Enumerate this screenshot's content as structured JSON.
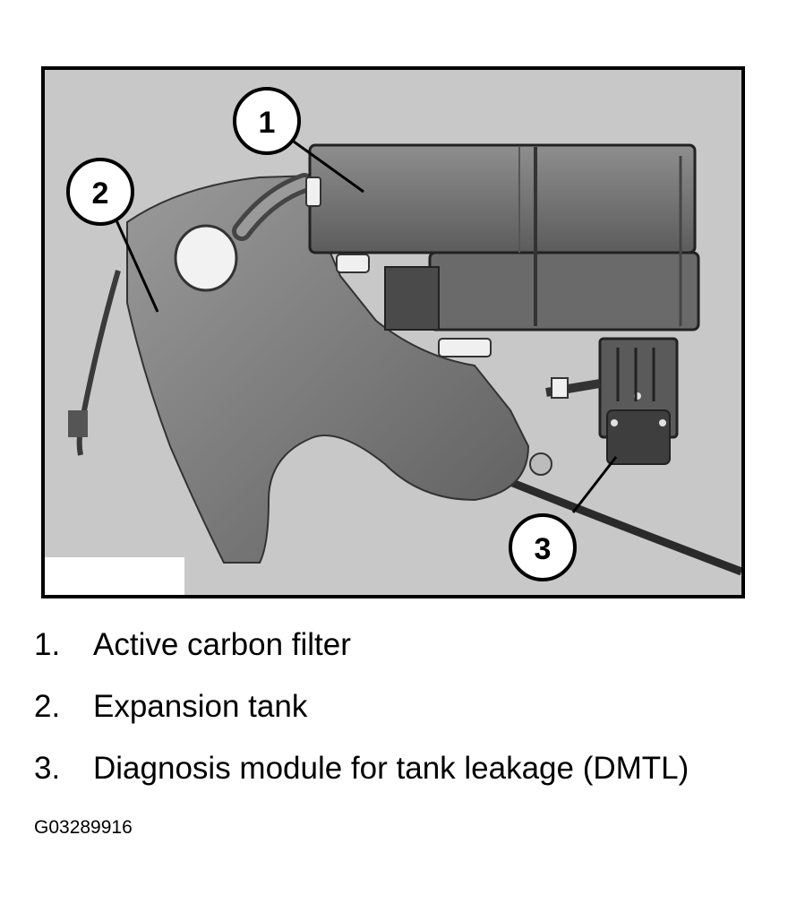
{
  "figure": {
    "callouts": [
      "1",
      "2",
      "3"
    ],
    "colors": {
      "background": "#c8c8c8",
      "part_light": "#8a8a8a",
      "part_mid": "#6e6e6e",
      "part_dark": "#2e2e2e",
      "outline": "#000000"
    }
  },
  "legend": [
    {
      "number": "1.",
      "label": "Active carbon filter"
    },
    {
      "number": "2.",
      "label": "Expansion tank"
    },
    {
      "number": "3.",
      "label": "Diagnosis module for tank leakage (DMTL)"
    }
  ],
  "figure_id": "G03289916"
}
